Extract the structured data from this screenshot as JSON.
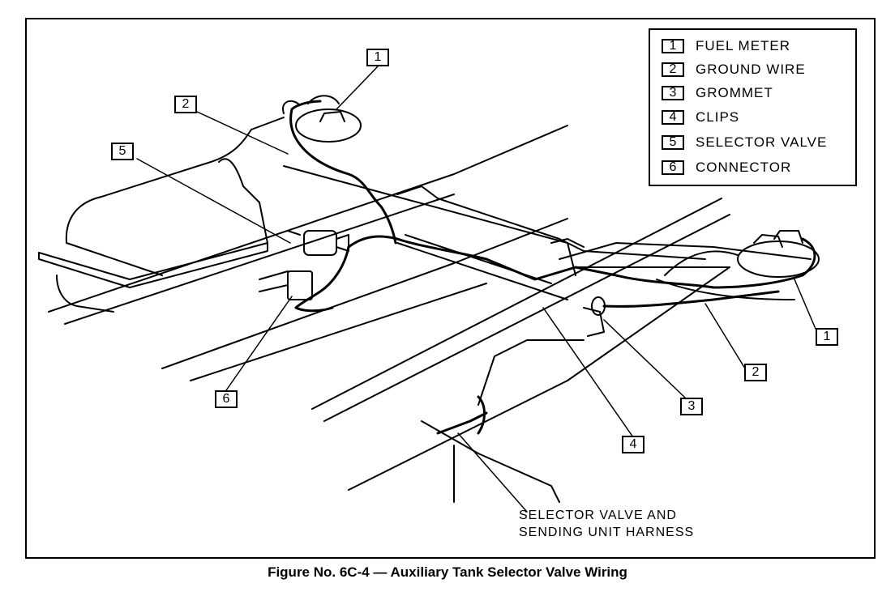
{
  "legend": {
    "items": [
      {
        "num": "1",
        "label": "FUEL METER"
      },
      {
        "num": "2",
        "label": "GROUND WIRE"
      },
      {
        "num": "3",
        "label": "GROMMET"
      },
      {
        "num": "4",
        "label": "CLIPS"
      },
      {
        "num": "5",
        "label": "SELECTOR VALVE"
      },
      {
        "num": "6",
        "label": "CONNECTOR"
      }
    ]
  },
  "callouts": [
    "1",
    "2",
    "5",
    "6",
    "4",
    "3",
    "2",
    "1"
  ],
  "harness_label": {
    "line1": "SELECTOR VALVE AND",
    "line2": "SENDING UNIT HARNESS"
  },
  "caption": "Figure No. 6C-4 — Auxiliary Tank Selector Valve Wiring"
}
